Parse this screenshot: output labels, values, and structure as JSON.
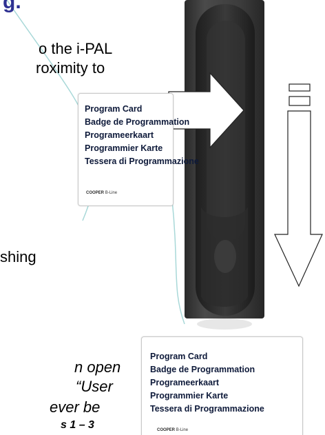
{
  "slide": {
    "title_fragment": "g.",
    "line_1": "o the i-PAL",
    "line_2": "roximity to",
    "line_3": "shing",
    "italic_1": "n open",
    "italic_2": "“User",
    "italic_3": "ever be",
    "italic_4": "s 1 – 3"
  },
  "card_top": {
    "lines": [
      "Program Card",
      "Badge de Programmation",
      "Programeerkaart",
      "Programmier Karte",
      "Tessera di Programmazione"
    ],
    "logo_brand": "COOPER",
    "logo_suffix": "B-Line"
  },
  "card_bottom": {
    "lines": [
      "Program Card",
      "Badge de Programmation",
      "Programeerkaart",
      "Programmier Karte",
      "Tessera di Programmazione"
    ],
    "logo_brand": "COOPER",
    "logo_suffix": "B-Line"
  },
  "colors": {
    "title": "#2e3192",
    "handle": "#3a3a3a",
    "card_text": "#0e1a3a",
    "connector": "#a8d8d8"
  },
  "icons": {
    "right_arrow": "right-arrow-icon",
    "down_arrow": "down-arrow-icon",
    "handle": "lock-handle-image"
  }
}
